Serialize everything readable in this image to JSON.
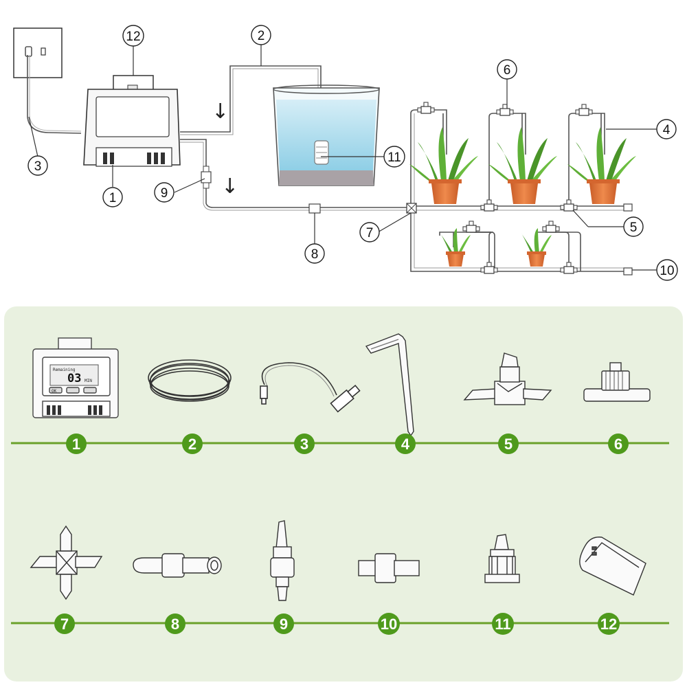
{
  "diagram": {
    "callouts": [
      "1",
      "2",
      "3",
      "4",
      "5",
      "6",
      "7",
      "8",
      "9",
      "10",
      "11",
      "12"
    ],
    "flow_arrow": "↓"
  },
  "parts": {
    "labels": [
      "1",
      "2",
      "3",
      "4",
      "5",
      "6",
      "7",
      "8",
      "9",
      "10",
      "11",
      "12"
    ],
    "pump_display": {
      "caption": "Remaining",
      "value": "03",
      "unit": "MIN",
      "buttons": [
        "OK"
      ]
    }
  },
  "colors": {
    "panel_bg": "#e9f1e0",
    "line_green": "#6aa12a",
    "badge_green": "#4f9a1c",
    "water": "#bfe4f2",
    "pot": "#e0743c",
    "leaf": "#4f9e2f"
  }
}
